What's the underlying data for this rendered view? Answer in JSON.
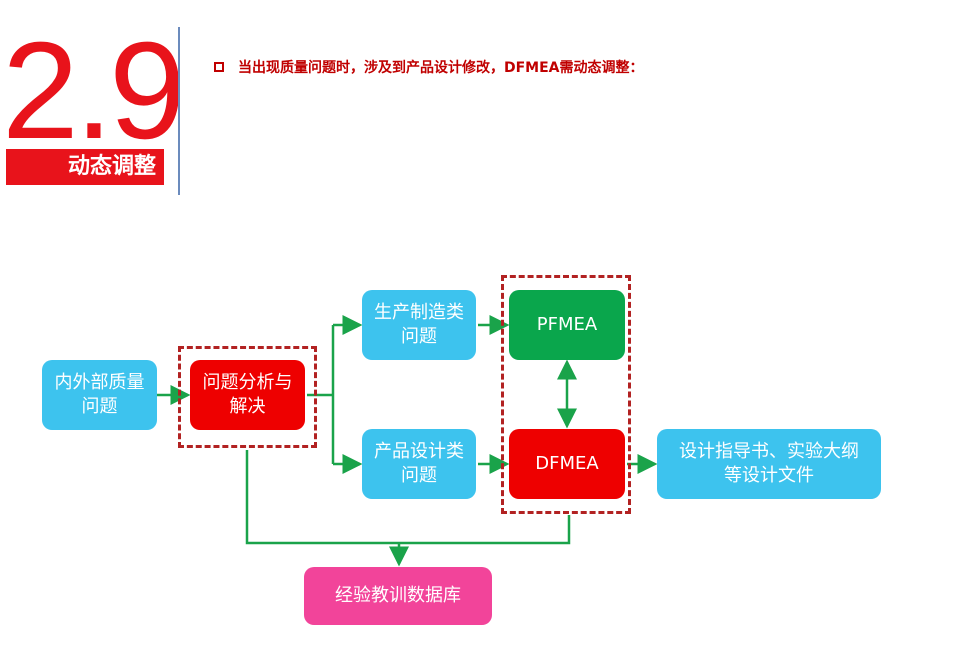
{
  "header": {
    "number": "2.9",
    "badge": "动态调整",
    "bullet_text": "当出现质量问题时，涉及到产品设计修改，DFMEA需动态调整："
  },
  "nodes": {
    "quality_issue": "内外部质量问题",
    "analysis": "问题分析与解决",
    "manufacturing": "生产制造类问题",
    "design": "产品设计类问题",
    "pfmea": "PFMEA",
    "dfmea": "DFMEA",
    "docs": "设计指导书、实验大纲等设计文件",
    "lessons": "经验教训数据库"
  },
  "colors": {
    "accent_red": "#e8131b",
    "node_blue": "#3dc3ee",
    "node_red": "#ee0000",
    "node_green": "#0aa64c",
    "node_pink": "#f2449a",
    "connector_green": "#1aa34a",
    "dash_red": "#b22222"
  }
}
